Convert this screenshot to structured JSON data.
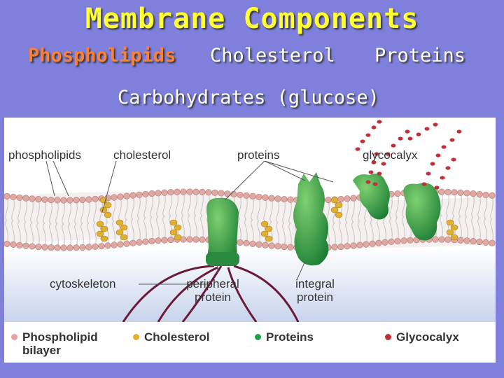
{
  "slide": {
    "title": "Membrane Components",
    "components": [
      "Phospholipids",
      "Cholesterol",
      "Proteins",
      "Carbohydrates (glucose)"
    ]
  },
  "figure": {
    "labels": {
      "phospholipids": "phospholipids",
      "cholesterol": "cholesterol",
      "proteins": "proteins",
      "glycocalyx": "glycocalyx",
      "cytoskeleton": "cytoskeleton",
      "peripheral_protein": "peripheral protein",
      "integral_protein": "integral protein"
    },
    "legend": [
      {
        "label": "Phospholipid bilayer",
        "color": "#e8a0a0"
      },
      {
        "label": "Cholesterol",
        "color": "#e0b030"
      },
      {
        "label": "Proteins",
        "color": "#22a04a"
      },
      {
        "label": "Glycocalyx",
        "color": "#c0303a"
      }
    ]
  },
  "colors": {
    "background": "#7f7fdc",
    "title": "#ffff33",
    "highlight": "#ff8030",
    "membrane_head": "#e0a8a0",
    "protein": "#2ea04a",
    "glycocalyx": "#c0303a",
    "cholesterol": "#e0b030",
    "cytoskeleton": "#6a1a3a"
  }
}
